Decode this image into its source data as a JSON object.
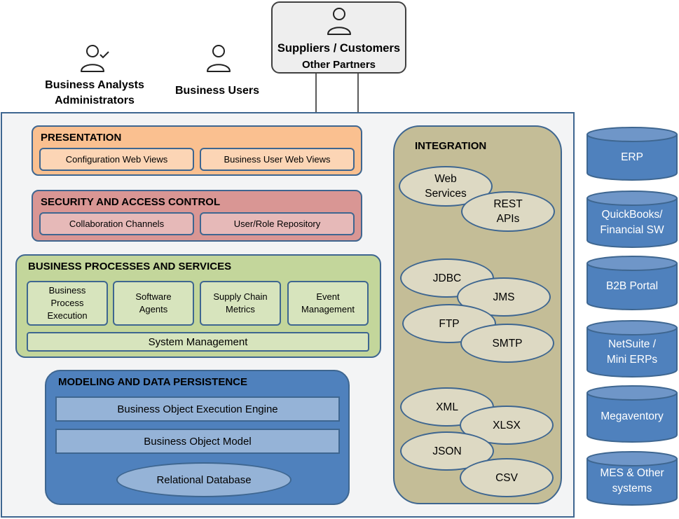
{
  "actors": {
    "analysts": {
      "line1": "Business Analysts",
      "line2": "Administrators"
    },
    "users": {
      "label": "Business Users"
    },
    "partners": {
      "title": "Suppliers / Customers",
      "subtitle": "Other Partners"
    }
  },
  "presentation": {
    "title": "PRESENTATION",
    "items": [
      "Configuration Web Views",
      "Business User Web Views"
    ]
  },
  "security": {
    "title": "SECURITY AND ACCESS CONTROL",
    "items": [
      "Collaboration Channels",
      "User/Role Repository"
    ]
  },
  "business_processes": {
    "title": "BUSINESS PROCESSES AND SERVICES",
    "items": [
      {
        "lines": [
          "Business",
          "Process",
          "Execution"
        ]
      },
      {
        "lines": [
          "Software",
          "Agents"
        ]
      },
      {
        "lines": [
          "Supply Chain",
          "Metrics"
        ]
      },
      {
        "lines": [
          "Event",
          "Management"
        ]
      }
    ],
    "system_management": "System Management"
  },
  "modeling": {
    "title": "MODELING AND DATA PERSISTENCE",
    "engine": "Business Object Execution Engine",
    "model": "Business Object Model",
    "database": "Relational Database"
  },
  "integration": {
    "title": "INTEGRATION",
    "web_services": {
      "line1": "Web",
      "line2": "Services"
    },
    "rest_apis": {
      "line1": "REST",
      "line2": "APIs"
    },
    "jdbc": "JDBC",
    "jms": "JMS",
    "ftp": "FTP",
    "smtp": "SMTP",
    "xml": "XML",
    "xlsx": "XLSX",
    "json": "JSON",
    "csv": "CSV"
  },
  "external_systems": [
    {
      "lines": [
        "ERP"
      ]
    },
    {
      "lines": [
        "QuickBooks/",
        "Financial SW"
      ]
    },
    {
      "lines": [
        "B2B Portal"
      ]
    },
    {
      "lines": [
        "NetSuite /",
        "Mini ERPs"
      ]
    },
    {
      "lines": [
        "Megaventory"
      ]
    },
    {
      "lines": [
        "MES & Other",
        "systems"
      ]
    }
  ],
  "colors": {
    "frame_border": "#3e6690",
    "presentation": "#fac090",
    "security": "#d99694",
    "business_processes": "#c3d69b",
    "modeling": "#4f81bd",
    "integration": "#c4bd97",
    "cylinder": "#4f81bd"
  }
}
